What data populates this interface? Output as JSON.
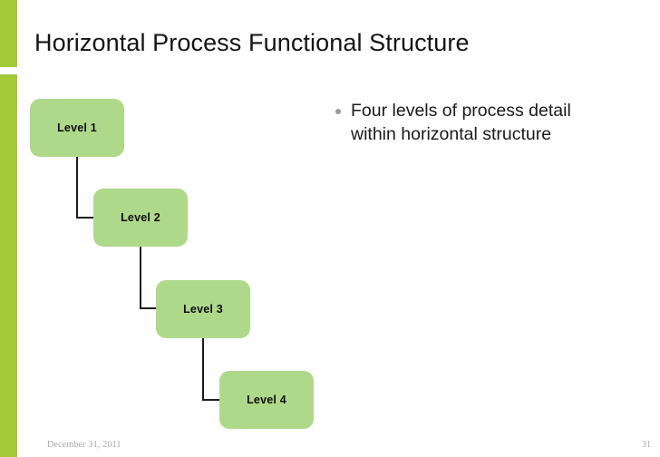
{
  "slide": {
    "title": "Horizontal Process Functional Structure",
    "accent_color": "#a3c939",
    "box_color": "#afd98a",
    "connector_color": "#1c1c1c",
    "background": "#ffffff"
  },
  "bullets": [
    {
      "marker": "bullet-dot",
      "text": "Four levels of process detail within horizontal structure"
    }
  ],
  "diagram": {
    "type": "cascading-process-hierarchy",
    "boxes": [
      {
        "label": "Level 1"
      },
      {
        "label": "Level 2"
      },
      {
        "label": "Level 3"
      },
      {
        "label": "Level 4"
      }
    ]
  },
  "footer": {
    "date": "December 31, 2011",
    "page_number": "31"
  }
}
